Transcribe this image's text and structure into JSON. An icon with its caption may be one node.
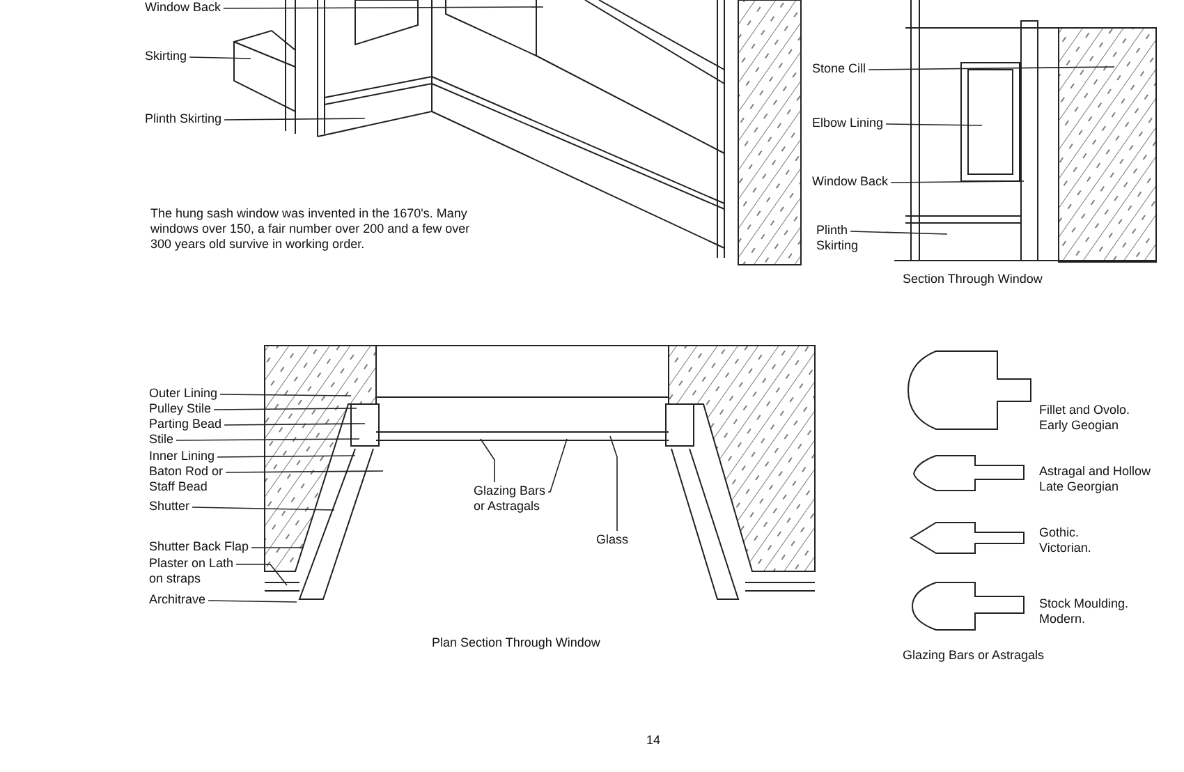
{
  "diagram": {
    "nodes": [
      {
        "text": [
          "Window Back"
        ]
      },
      {
        "text": [
          "Skirting"
        ]
      },
      {
        "text": [
          "Plinth Skirting"
        ]
      },
      {
        "text": [
          "Stone Cill"
        ]
      },
      {
        "text": [
          "Elbow Lining"
        ]
      },
      {
        "text": [
          "Window Back"
        ]
      },
      {
        "text": [
          "Plinth Skirting"
        ]
      },
      {
        "text": [
          "Outer Lining"
        ]
      },
      {
        "text": [
          "Pulley Stile"
        ]
      },
      {
        "text": [
          "Parting Bead"
        ]
      },
      {
        "text": [
          "Stile"
        ]
      },
      {
        "text": [
          "Inner Lining"
        ]
      },
      {
        "text": [
          "Baton Rod or Staff Bead"
        ]
      },
      {
        "text": [
          "Shutter"
        ]
      },
      {
        "text": [
          "Shutter Back Flap"
        ]
      },
      {
        "text": [
          "Plaster on Lath on straps"
        ]
      },
      {
        "text": [
          "Architrave"
        ]
      },
      {
        "text": [
          "Glazing Bars or Astragals"
        ]
      },
      {
        "text": [
          "Glass"
        ]
      }
    ],
    "edges": [
      {
        "from": 0,
        "to": null,
        "arrow": "none"
      },
      {
        "from": 1,
        "to": null,
        "arrow": "none"
      },
      {
        "from": 2,
        "to": null,
        "arrow": "none"
      },
      {
        "from": 3,
        "to": null,
        "arrow": "none"
      },
      {
        "from": 4,
        "to": null,
        "arrow": "none"
      },
      {
        "from": 5,
        "to": null,
        "arrow": "none"
      },
      {
        "from": 6,
        "to": null,
        "arrow": "none"
      },
      {
        "from": 7,
        "to": null,
        "arrow": "none"
      },
      {
        "from": 8,
        "to": null,
        "arrow": "none"
      },
      {
        "from": 9,
        "to": null,
        "arrow": "none"
      },
      {
        "from": 10,
        "to": null,
        "arrow": "none"
      },
      {
        "from": 11,
        "to": null,
        "arrow": "none"
      },
      {
        "from": 12,
        "to": null,
        "arrow": "none"
      },
      {
        "from": 13,
        "to": null,
        "arrow": "none"
      },
      {
        "from": 14,
        "to": null,
        "arrow": "none"
      },
      {
        "from": 15,
        "to": null,
        "arrow": "none"
      },
      {
        "from": 16,
        "to": null,
        "arrow": "none"
      },
      {
        "from": 17,
        "to": null,
        "arrow": "none"
      },
      {
        "from": 17,
        "to": null,
        "arrow": "none"
      },
      {
        "from": 18,
        "to": null,
        "arrow": "none"
      }
    ],
    "labels": [
      "The hung sash window was invented in the 1670's. Many windows over 150, a fair number over 200 and a few over 300 years old survive in working order.",
      "Section Through Window",
      "Fillet and Ovolo. Early Geogian",
      "Astragal and Hollow Late Georgian",
      "Gothic. Victorian.",
      "Stock Moulding. Modern.",
      "Plan Section Through Window",
      "Glazing Bars or Astragals",
      "14"
    ]
  }
}
